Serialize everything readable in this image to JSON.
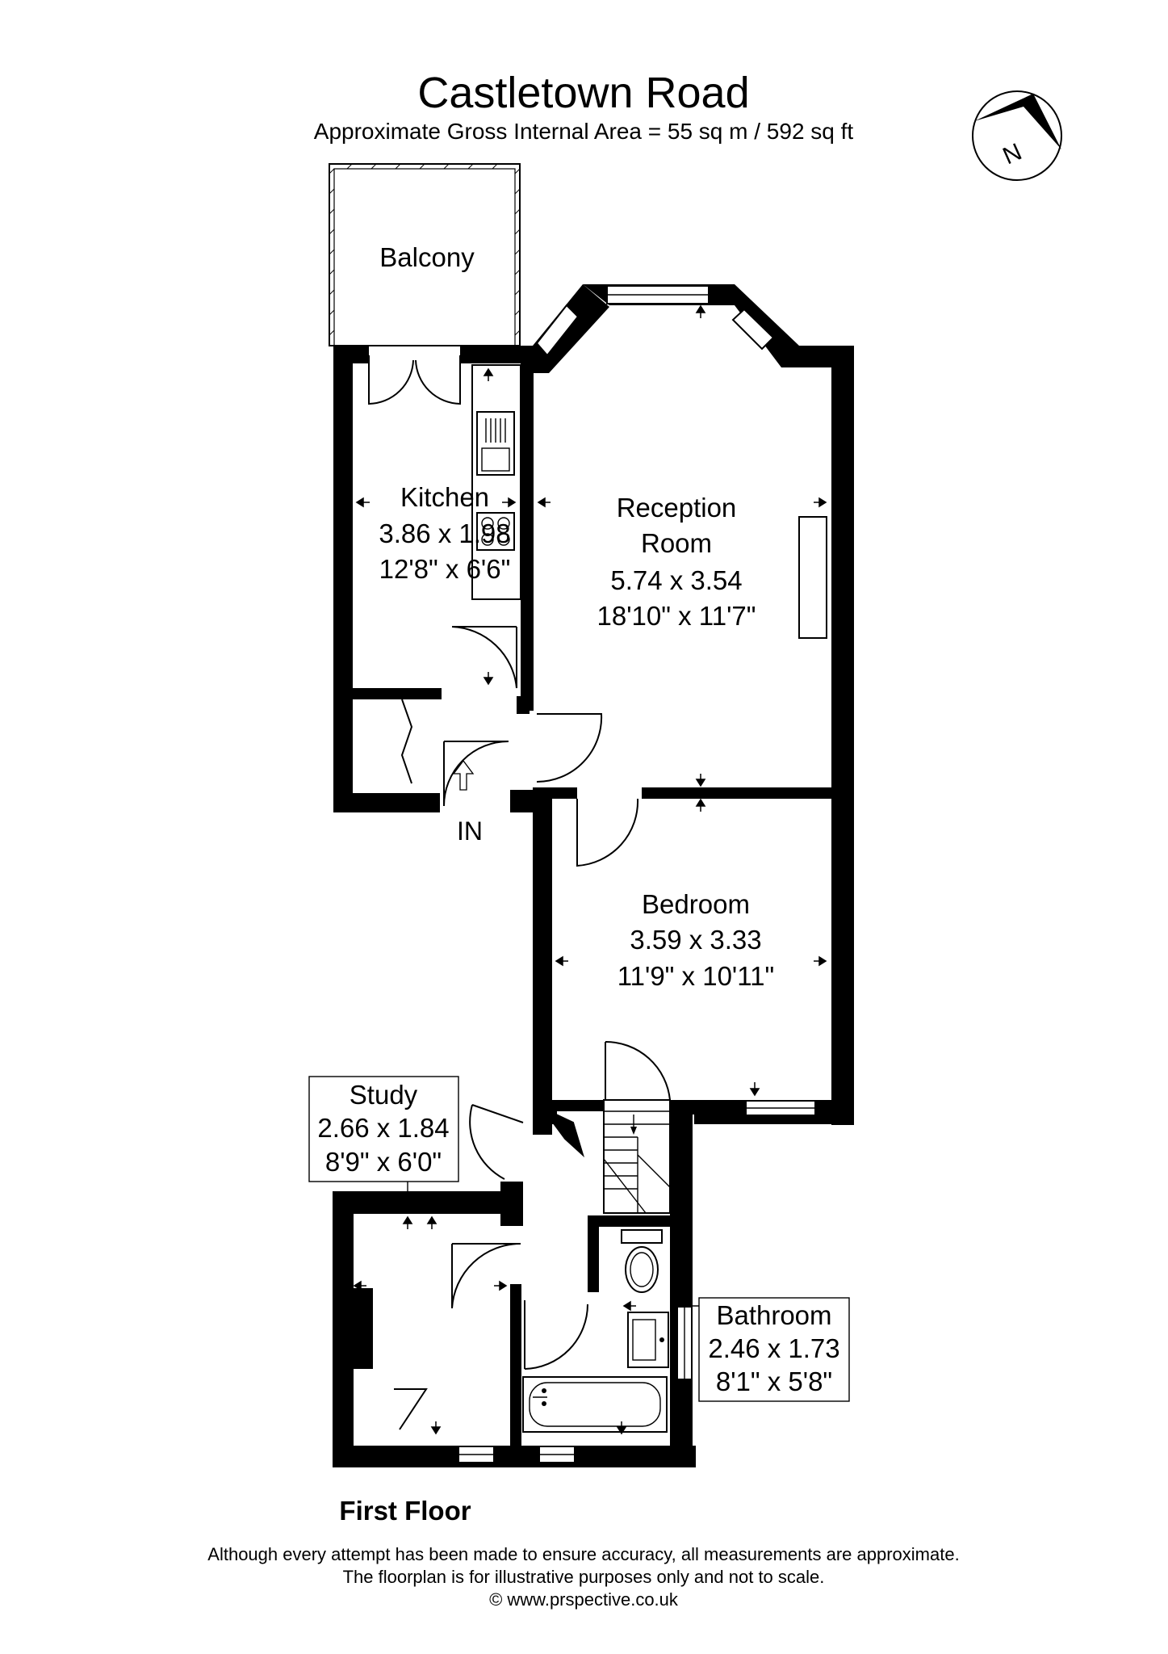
{
  "title": "Castletown Road",
  "subtitle": "Approximate Gross Internal Area = 55 sq m / 592 sq ft",
  "compass_label": "N",
  "entrance_label": "IN",
  "floor_label": "First Floor",
  "rooms": [
    {
      "id": "balcony",
      "name": "Balcony"
    },
    {
      "id": "kitchen",
      "name": "Kitchen",
      "metric": "3.86 x 1.98",
      "imperial": "12'8\" x 6'6\""
    },
    {
      "id": "reception",
      "name_line1": "Reception",
      "name_line2": "Room",
      "metric": "5.74 x 3.54",
      "imperial": "18'10\" x 11'7\""
    },
    {
      "id": "bedroom",
      "name": "Bedroom",
      "metric": "3.59 x 3.33",
      "imperial": "11'9\" x 10'11\""
    },
    {
      "id": "study",
      "name": "Study",
      "metric": "2.66 x 1.84",
      "imperial": "8'9\" x 6'0\""
    },
    {
      "id": "bathroom",
      "name": "Bathroom",
      "metric": "2.46 x 1.73",
      "imperial": "8'1\" x 5'8\""
    }
  ],
  "disclaimer": {
    "line1": "Although every attempt has been made to ensure accuracy, all measurements are approximate.",
    "line2": "The floorplan is for illustrative purposes only and not to scale.",
    "line3": "© www.prspective.co.uk"
  }
}
